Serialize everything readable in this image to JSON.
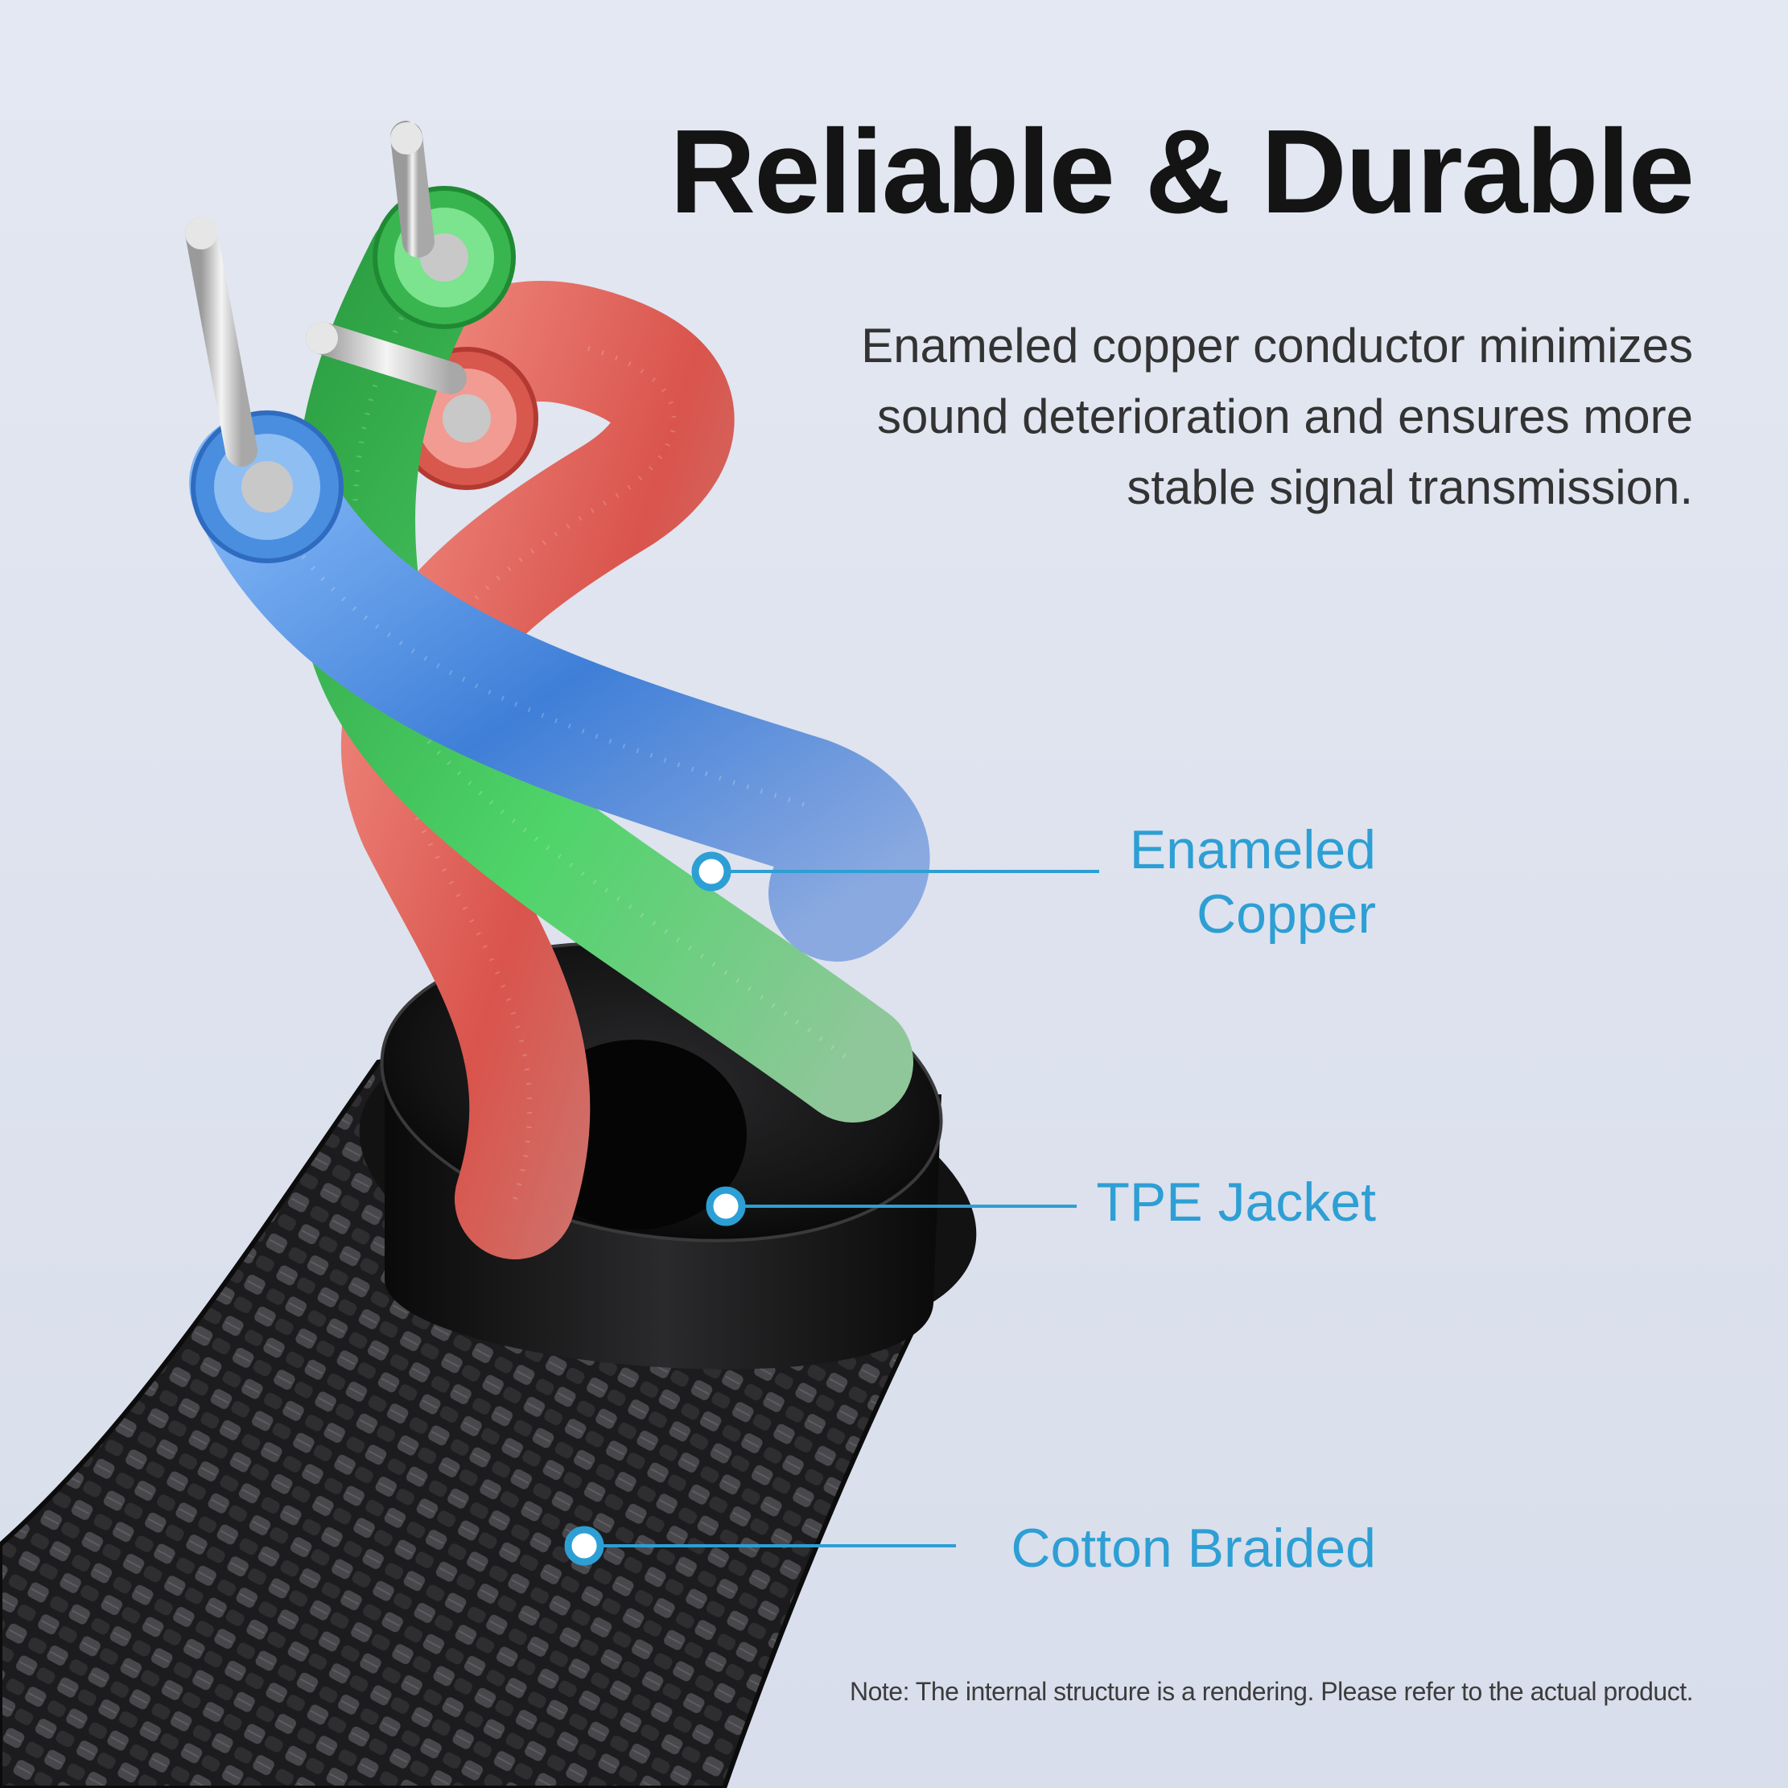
{
  "headline": "Reliable & Durable",
  "description_lines": [
    "Enameled copper conductor minimizes",
    "sound deterioration and ensures more",
    "stable signal transmission."
  ],
  "callouts": [
    {
      "lines": [
        "Enameled",
        "Copper"
      ]
    },
    {
      "lines": [
        "TPE Jacket"
      ]
    },
    {
      "lines": [
        "Cotton Braided"
      ]
    }
  ],
  "note": "Note: The internal structure is a rendering.  Please refer to the actual product.",
  "colors": {
    "accent": "#2d9fd4",
    "wire_blue": "#4f8fe0",
    "wire_green": "#3fc45a",
    "wire_red": "#e0625a",
    "jacket": "#161616"
  },
  "icons": [
    "callout-dot-icon"
  ]
}
